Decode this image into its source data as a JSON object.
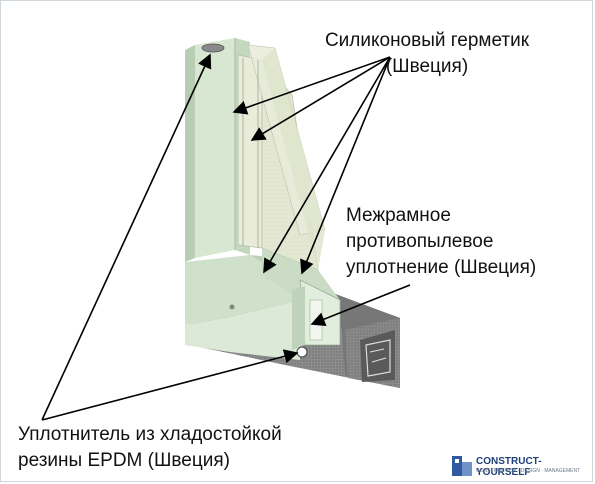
{
  "labels": {
    "sealant_line1": "Силиконовый герметик",
    "sealant_line2": "(Швеция)",
    "dust_line1": "Межрамное",
    "dust_line2": "противопылевое",
    "dust_line3": "уплотнение (Швеция)",
    "epdm_line1": "Уплотнитель из хладостойкой",
    "epdm_line2": "резины EPDM (Швеция)"
  },
  "watermark": {
    "brand": "CONSTRUCT-YOURSELF",
    "tagline": "CONSTRUCTION · DESIGN · MANAGEMENT"
  },
  "colors": {
    "frame_light": "#dbe9d6",
    "frame_mid": "#c9dcc4",
    "frame_dark": "#a9bca6",
    "glass": "#e6ead8",
    "glass_edge": "#cfd5bd",
    "wall": "#8a8a8a",
    "wall_dark": "#4a4a4a",
    "arrow": "#000000"
  }
}
